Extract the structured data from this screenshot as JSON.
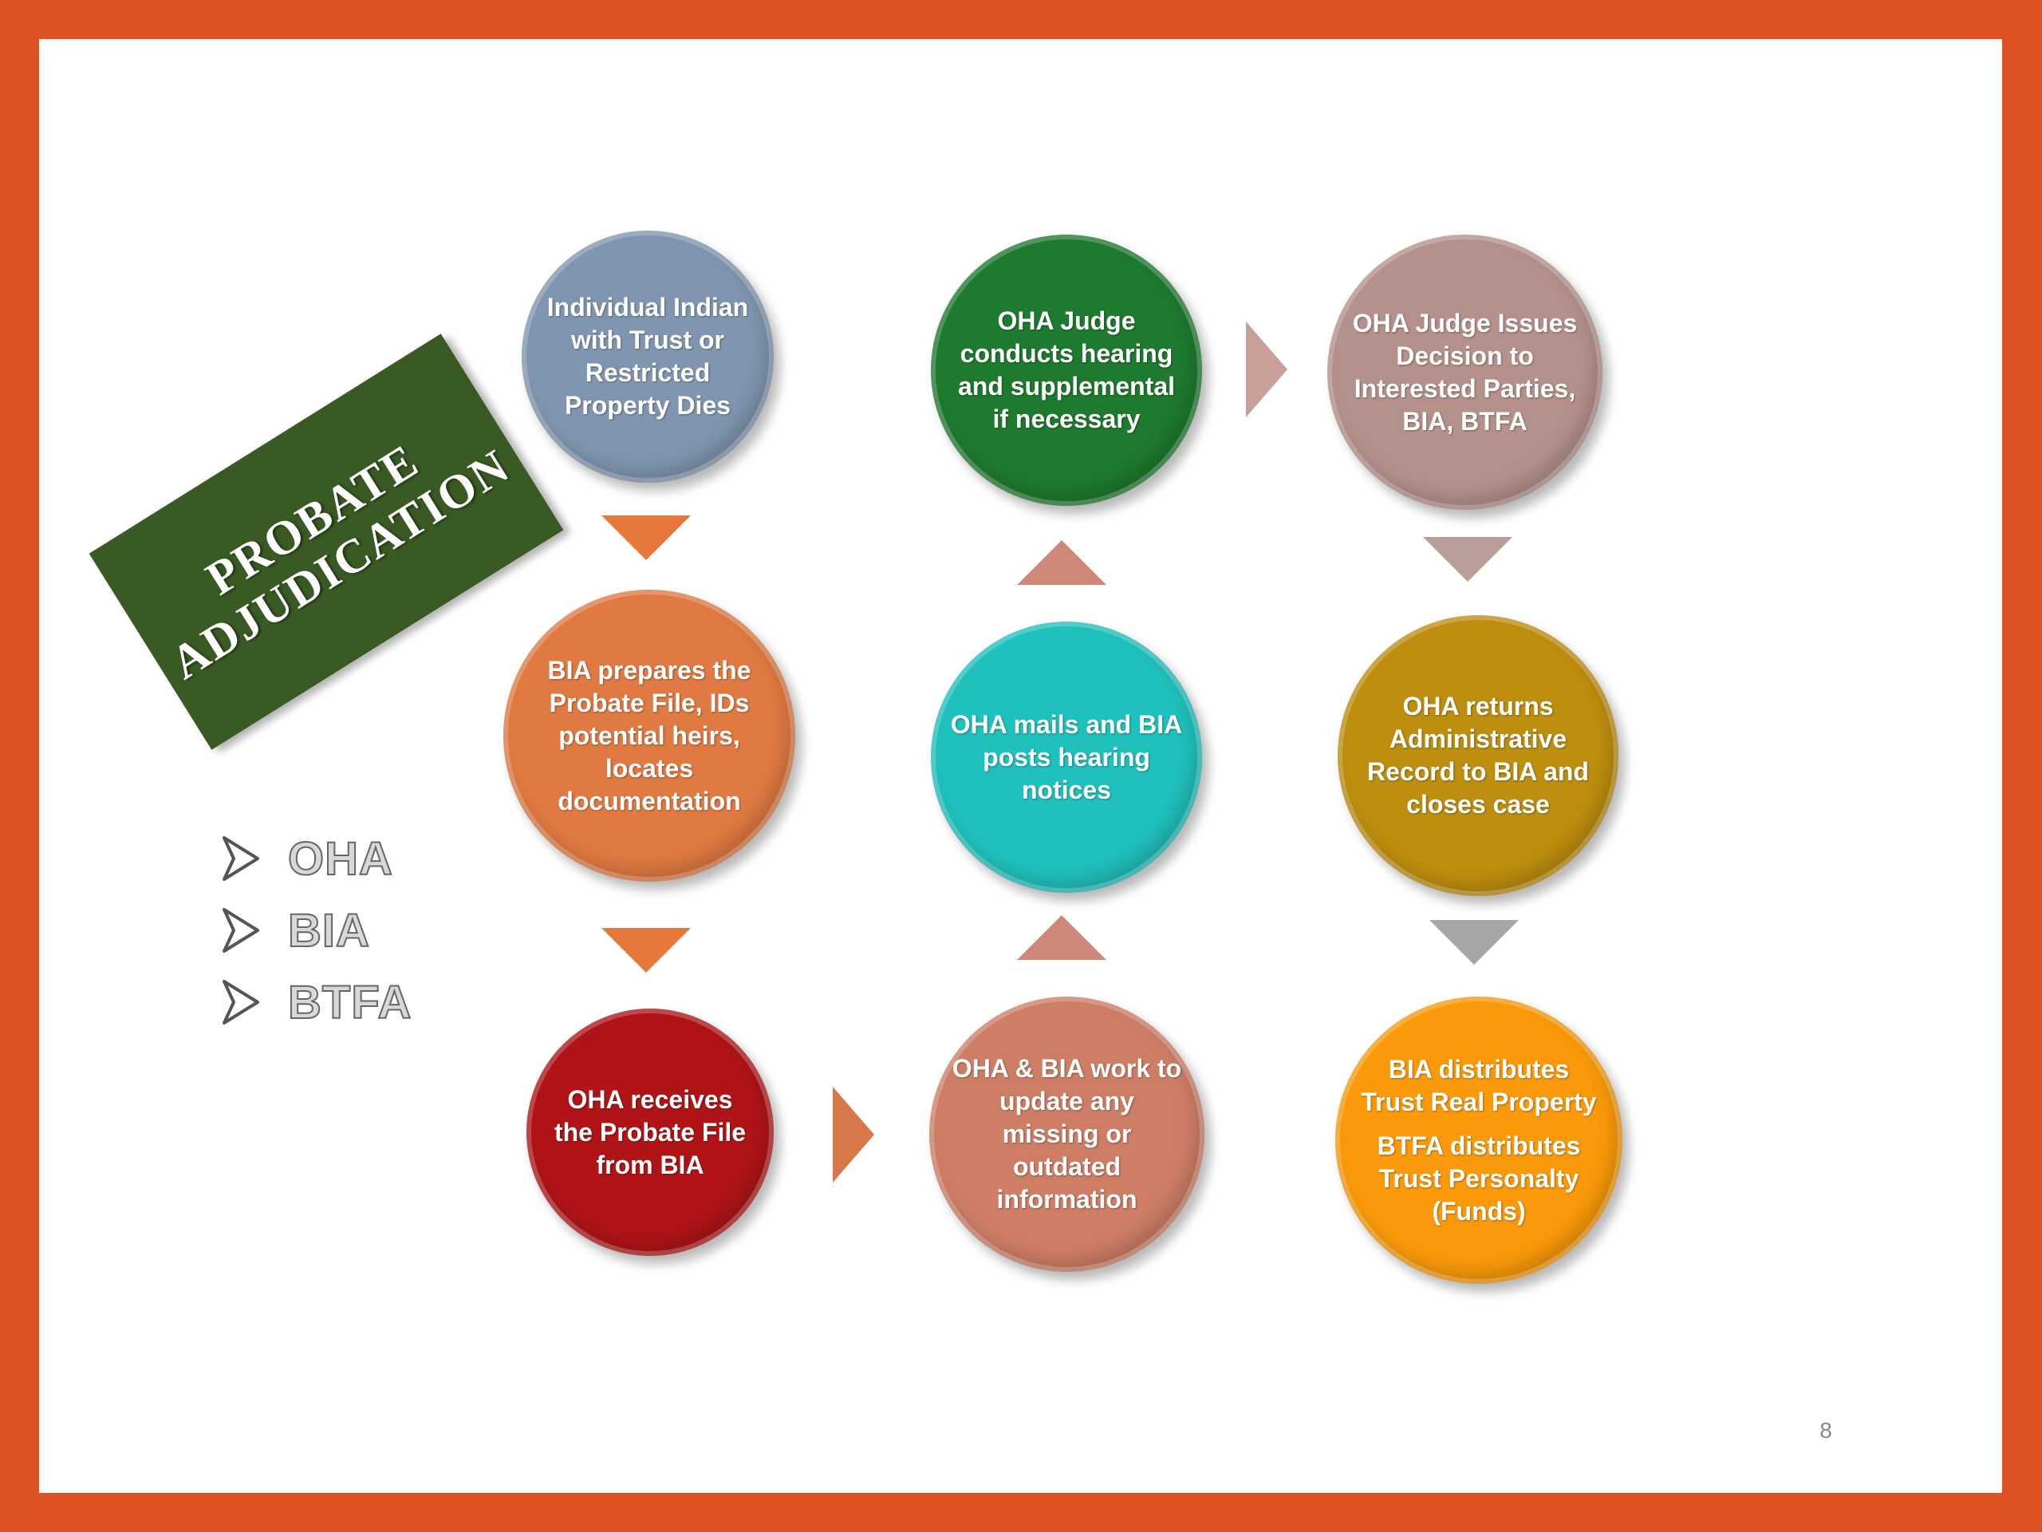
{
  "title": {
    "line1": "PROBATE",
    "line2": "ADJUDICATION"
  },
  "agencies": [
    "OHA",
    "BIA",
    "BTFA"
  ],
  "steps": {
    "s1": {
      "text": [
        "Individual Indian with Trust or Restricted Property Dies"
      ],
      "color": "#8096B0"
    },
    "s2": {
      "text": [
        "BIA prepares the Probate File, IDs potential heirs, locates documentation"
      ],
      "color": "#E07A42"
    },
    "s3": {
      "text": [
        "OHA receives the Probate File from BIA"
      ],
      "color": "#B01417"
    },
    "s4": {
      "text": [
        "OHA & BIA work to update any missing or outdated information"
      ],
      "color": "#CF7E66"
    },
    "s5": {
      "text": [
        "OHA mails and BIA posts hearing notices"
      ],
      "color": "#20C1BD"
    },
    "s6": {
      "text": [
        "OHA Judge conducts hearing and supplemental if necessary"
      ],
      "color": "#1E7A2E"
    },
    "s7": {
      "text": [
        "OHA Judge Issues Decision to Interested Parties, BIA, BTFA"
      ],
      "color": "#B5918C"
    },
    "s8": {
      "text": [
        "OHA returns Administrative Record to BIA and closes case"
      ],
      "color": "#BE8E0E"
    },
    "s9": {
      "text": [
        "BIA distributes Trust Real Property",
        "BTFA distributes Trust Personalty (Funds)"
      ],
      "color": "#FA9A0A"
    }
  },
  "arrow_colors": {
    "down_left": "#E5783A",
    "up_middle": "#CF8878",
    "right_bottom": "#D8774A",
    "right_top": "#C9A099",
    "down_right_1": "#B79E99",
    "down_right_2": "#A6A6A6"
  },
  "slide_number": "8"
}
